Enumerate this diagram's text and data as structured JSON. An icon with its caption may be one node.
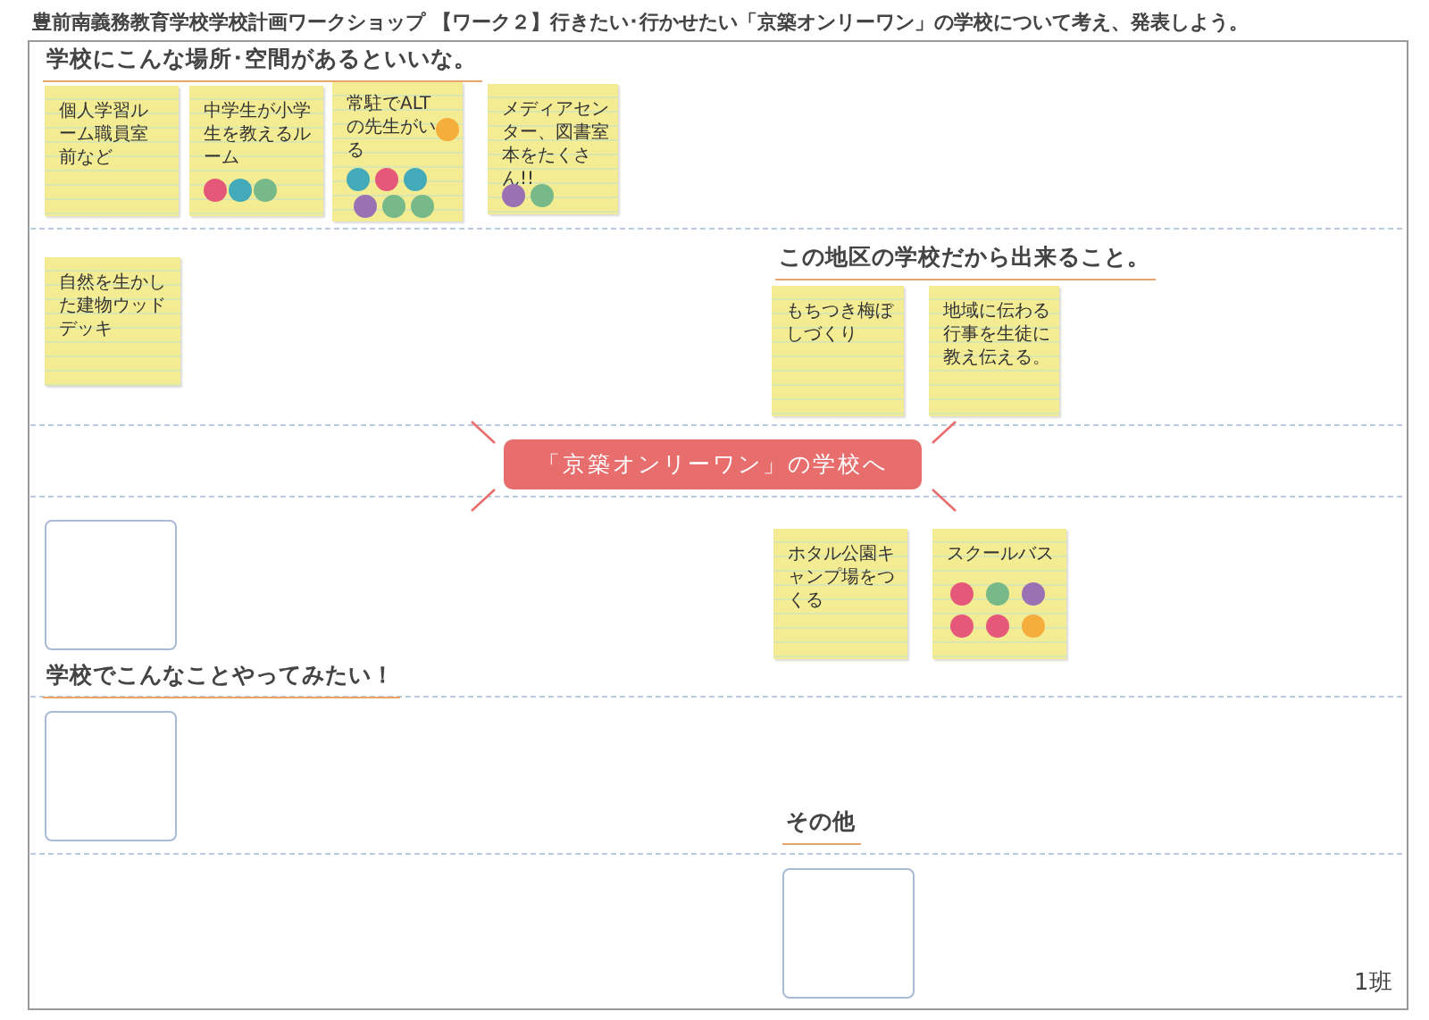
{
  "diagram": {
    "title": "豊前南義務教育学校学校計画ワークショップ 【ワーク２】行きたい･行かせたい「京築オンリーワン」の学校について考え、発表しよう。",
    "nodes": [
      {
        "text": [
          "個人学習ルーム職員室前など"
        ]
      },
      {
        "text": [
          "中学生が小学生を教えるルーム"
        ]
      },
      {
        "text": [
          "常駐でALTの先生がいる"
        ]
      },
      {
        "text": [
          "メディアセンター、図書室本をたくさん!!"
        ]
      },
      {
        "text": [
          "自然を生かした建物ウッドデッキ"
        ]
      },
      {
        "text": [
          "もちつき梅ぼしづくり"
        ]
      },
      {
        "text": [
          "地域に伝わる行事を生徒に教え伝える。"
        ]
      },
      {
        "text": [
          "「京築オンリーワン」の学校へ"
        ]
      },
      {
        "text": [],
        "shape": "box"
      },
      {
        "text": [
          "ホタル公園キャンプ場をつくる"
        ]
      },
      {
        "text": [
          "スクールバス"
        ]
      },
      {
        "text": [],
        "shape": "box"
      },
      {
        "text": [],
        "shape": "box"
      }
    ],
    "labels": [
      "学校にこんな場所･空間があるといいな。",
      "この地区の学校だから出来ること。",
      "学校でこんなことやってみたい！",
      "その他",
      "1班"
    ]
  }
}
